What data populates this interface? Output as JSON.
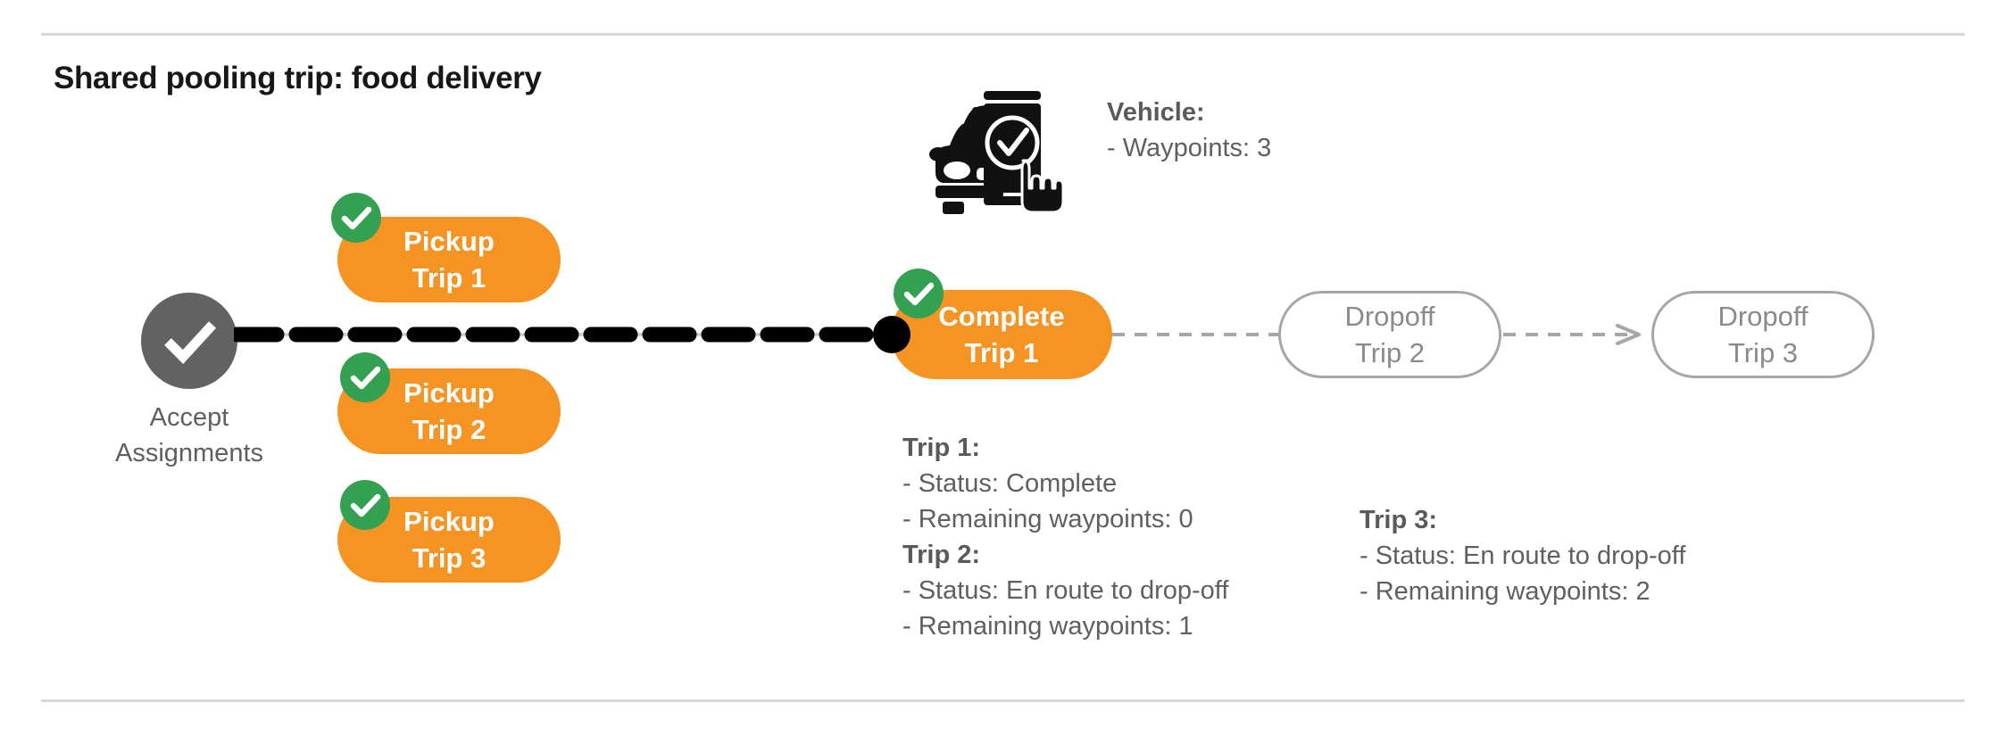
{
  "page": {
    "title": "Shared pooling trip: food delivery"
  },
  "flow": {
    "start_node": {
      "icon": "check-circle-icon",
      "label_line1": "Accept",
      "label_line2": "Assignments"
    },
    "pickups": [
      {
        "line1": "Pickup",
        "line2": "Trip 1",
        "badge": "check-badge-icon",
        "completed": true
      },
      {
        "line1": "Pickup",
        "line2": "Trip 2",
        "badge": "check-badge-icon",
        "completed": true
      },
      {
        "line1": "Pickup",
        "line2": "Trip 3",
        "badge": "check-badge-icon",
        "completed": true
      }
    ],
    "complete_node": {
      "line1": "Complete",
      "line2": "Trip 1",
      "badge": "check-badge-icon",
      "completed": true
    },
    "dropoffs": [
      {
        "line1": "Dropoff",
        "line2": "Trip 2",
        "completed": false
      },
      {
        "line1": "Dropoff",
        "line2": "Trip 3",
        "completed": false
      }
    ]
  },
  "vehicle_info": {
    "icon": "car-phone-check-icon",
    "heading": "Vehicle:",
    "lines": [
      "- Waypoints: 3"
    ]
  },
  "trip_info_left": {
    "blocks": [
      {
        "heading": "Trip 1:",
        "lines": [
          "- Status:  Complete",
          "- Remaining waypoints: 0"
        ]
      },
      {
        "heading": "Trip 2:",
        "lines": [
          "- Status:  En route to drop-off",
          "- Remaining waypoints: 1"
        ]
      }
    ]
  },
  "trip_info_right": {
    "blocks": [
      {
        "heading": "Trip 3:",
        "lines": [
          "- Status:  En route to drop-off",
          "- Remaining waypoints: 2"
        ]
      }
    ]
  },
  "colors": {
    "accent_orange": "#F59422",
    "success_green": "#34A051",
    "neutral_gray": "#626262",
    "outline_gray": "#a6a6a6",
    "text_gray": "#5f5f5f",
    "rule_gray": "#d8d8d8",
    "black": "#000000"
  }
}
